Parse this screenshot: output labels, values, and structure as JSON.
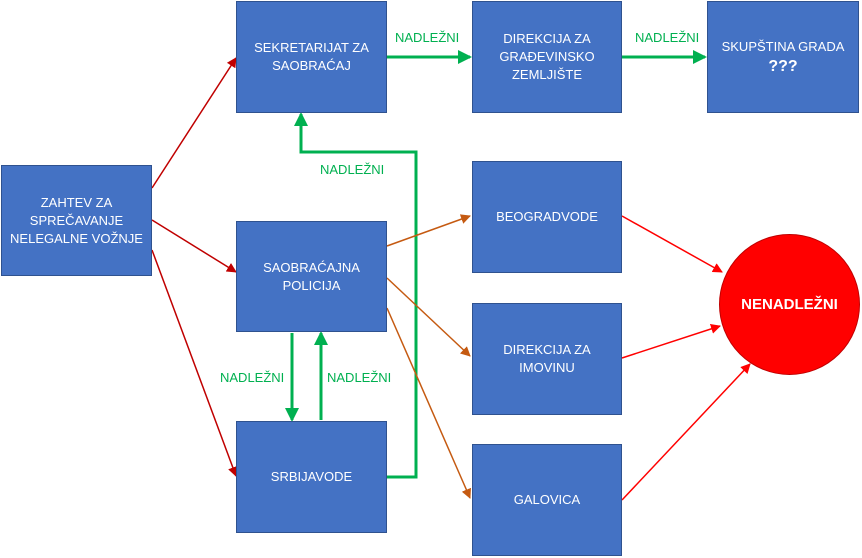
{
  "nodes": {
    "zahtev": "ZAHTEV ZA\nSPREČAVANJE\nNELEGALNE VOŽNJE",
    "sekretarijat": "SEKRETARIJAT ZA\nSAOBRAĆAJ",
    "direkcija_gz": "DIREKCIJA ZA\nGRAĐEVINSKO\nZEMLJIŠTE",
    "skupstina": "SKUPŠTINA GRADA",
    "skupstina_sub": "???",
    "policija": "SAOBRAĆAJNA\nPOLICIJA",
    "srbijavode": "SRBIJAVODE",
    "beogradvode": "BEOGRADVODE",
    "direkcija_imovina": "DIREKCIJA ZA\nIMOVINU",
    "galovica": "GALOVICA",
    "nenadlezni": "NENADLEŽNI"
  },
  "edge_labels": {
    "sek_to_dir": "NADLEŽNI",
    "dir_to_skup": "NADLEŽNI",
    "srbijavode_to_sek": "NADLEŽNI",
    "pol_to_srbijavode": "NADLEŽNI",
    "srbijavode_to_pol": "NADLEŽNI"
  },
  "colors": {
    "box_fill": "#4472c4",
    "competent_arrow": "#00b050",
    "request_arrow": "#c00000",
    "referral_arrow": "#c55a11",
    "incompetent_arrow": "#ff0000",
    "incompetent_fill": "#ff0000"
  }
}
